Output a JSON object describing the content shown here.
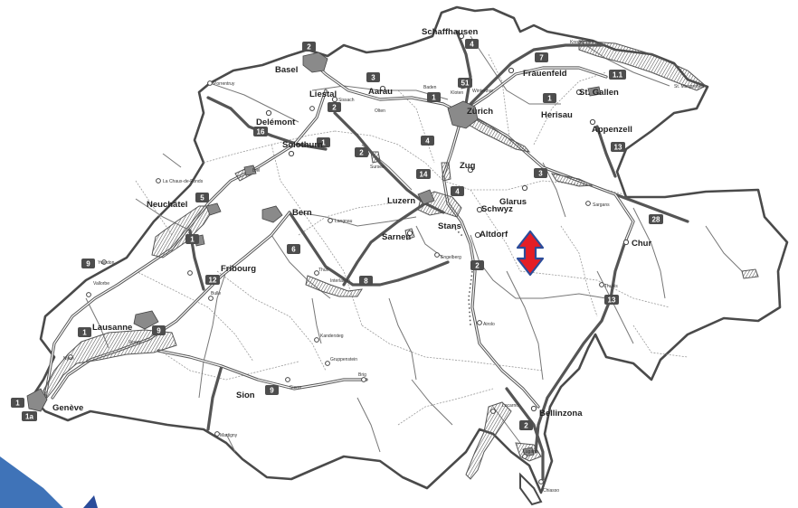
{
  "cities": [
    {
      "id": "schaffhausen",
      "label": "Schaffhausen"
    },
    {
      "id": "basel",
      "label": "Basel"
    },
    {
      "id": "liestal",
      "label": "Liestal"
    },
    {
      "id": "aarau",
      "label": "Aarau"
    },
    {
      "id": "frauenfeld",
      "label": "Frauenfeld"
    },
    {
      "id": "stgallen",
      "label": "St. Gallen"
    },
    {
      "id": "zurich",
      "label": "Zürich"
    },
    {
      "id": "herisau",
      "label": "Herisau"
    },
    {
      "id": "appenzell",
      "label": "Appenzell"
    },
    {
      "id": "delemont",
      "label": "Delémont"
    },
    {
      "id": "solothurn",
      "label": "Solothurn"
    },
    {
      "id": "zug",
      "label": "Zug"
    },
    {
      "id": "glarus",
      "label": "Glarus"
    },
    {
      "id": "neuchatel",
      "label": "Neuchâtel"
    },
    {
      "id": "luzern",
      "label": "Luzern"
    },
    {
      "id": "schwyz",
      "label": "Schwyz"
    },
    {
      "id": "bern",
      "label": "Bern"
    },
    {
      "id": "stans",
      "label": "Stans"
    },
    {
      "id": "sarnen",
      "label": "Sarnen"
    },
    {
      "id": "altdorf",
      "label": "Altdorf"
    },
    {
      "id": "chur",
      "label": "Chur"
    },
    {
      "id": "fribourg",
      "label": "Fribourg"
    },
    {
      "id": "lausanne",
      "label": "Lausanne"
    },
    {
      "id": "sion",
      "label": "Sion"
    },
    {
      "id": "geneve",
      "label": "Genève"
    },
    {
      "id": "bellinzona",
      "label": "Bellinzona"
    }
  ],
  "towns": [
    {
      "id": "kreuzlingen",
      "label": "Kreuzlingen"
    },
    {
      "id": "stmargrethen",
      "label": "St. Margrethen"
    },
    {
      "id": "winterthur",
      "label": "Winterthur"
    },
    {
      "id": "baden",
      "label": "Baden"
    },
    {
      "id": "kloten",
      "label": "Kloten"
    },
    {
      "id": "sissach",
      "label": "Sissach"
    },
    {
      "id": "olten",
      "label": "Olten"
    },
    {
      "id": "porrentruy",
      "label": "Porrentruy"
    },
    {
      "id": "sursee",
      "label": "Sursee"
    },
    {
      "id": "biel",
      "label": "Biel"
    },
    {
      "id": "lachauxdefonds",
      "label": "La Chaux-de-Fonds"
    },
    {
      "id": "sargans",
      "label": "Sargans"
    },
    {
      "id": "langnau",
      "label": "Langnau"
    },
    {
      "id": "engelberg",
      "label": "Engelberg"
    },
    {
      "id": "yverdon",
      "label": "Yverdon"
    },
    {
      "id": "vallorbe",
      "label": "Vallorbe"
    },
    {
      "id": "thun",
      "label": "Thun"
    },
    {
      "id": "interlaken",
      "label": "Interlaken"
    },
    {
      "id": "thusis",
      "label": "Thusis"
    },
    {
      "id": "bulle",
      "label": "Bulle"
    },
    {
      "id": "airolo",
      "label": "Airolo"
    },
    {
      "id": "vevey",
      "label": "Vevey"
    },
    {
      "id": "kandersteg",
      "label": "Kandersteg"
    },
    {
      "id": "nyon",
      "label": "Nyon"
    },
    {
      "id": "gruppenstein",
      "label": "Gruppenstein"
    },
    {
      "id": "brig",
      "label": "Brig"
    },
    {
      "id": "sierre",
      "label": "Sierre"
    },
    {
      "id": "locarno",
      "label": "Locarno"
    },
    {
      "id": "lugano",
      "label": "Lugano"
    },
    {
      "id": "martigny",
      "label": "Martigny"
    },
    {
      "id": "chiasso",
      "label": "Chiasso"
    }
  ],
  "shields": [
    {
      "id": "s-schaff-4",
      "label": "4"
    },
    {
      "id": "s-basel-2",
      "label": "2"
    },
    {
      "id": "s-kreuz-7",
      "label": "7"
    },
    {
      "id": "s-stmarg-1",
      "label": "1.1"
    },
    {
      "id": "s-aarau-3",
      "label": "3"
    },
    {
      "id": "s-zh-51",
      "label": "51"
    },
    {
      "id": "s-zh-1",
      "label": "1"
    },
    {
      "id": "s-herisau-1",
      "label": "1"
    },
    {
      "id": "s-liestal-2",
      "label": "2"
    },
    {
      "id": "s-solo-1",
      "label": "1"
    },
    {
      "id": "s-delem-16",
      "label": "16"
    },
    {
      "id": "s-zug-4",
      "label": "4"
    },
    {
      "id": "s-olten-2",
      "label": "2"
    },
    {
      "id": "s-app-13",
      "label": "13"
    },
    {
      "id": "s-luz-14",
      "label": "14"
    },
    {
      "id": "s-glarus-3",
      "label": "3"
    },
    {
      "id": "s-neuch-5",
      "label": "5"
    },
    {
      "id": "s-stans-4",
      "label": "4"
    },
    {
      "id": "s-chur-28",
      "label": "28"
    },
    {
      "id": "s-bern-1",
      "label": "1"
    },
    {
      "id": "s-yverdon-9",
      "label": "9"
    },
    {
      "id": "s-bern-6",
      "label": "6"
    },
    {
      "id": "s-altdorf-2",
      "label": "2"
    },
    {
      "id": "s-frib-12",
      "label": "12"
    },
    {
      "id": "s-interl-8",
      "label": "8"
    },
    {
      "id": "s-thusis-13",
      "label": "13"
    },
    {
      "id": "s-laus-1",
      "label": "1"
    },
    {
      "id": "s-laus-9",
      "label": "9"
    },
    {
      "id": "s-sion-9",
      "label": "9"
    },
    {
      "id": "s-gen-1",
      "label": "1"
    },
    {
      "id": "s-gen-1a",
      "label": "1a"
    },
    {
      "id": "s-bell-2",
      "label": "2"
    }
  ],
  "colors": {
    "marker_fill": "#e41e26",
    "marker_outline": "#2b4c9a",
    "corner": "#3f73b8",
    "roads": "#555555",
    "border": "#4a4a4a",
    "shield": "#4d4d4d"
  }
}
